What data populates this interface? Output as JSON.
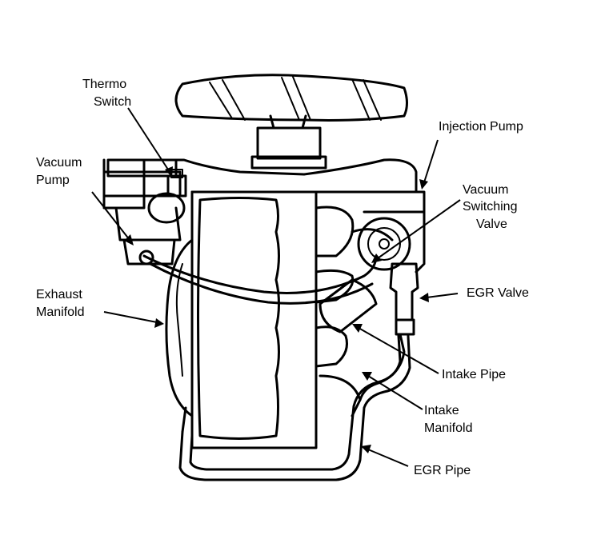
{
  "labels": {
    "thermo_switch": [
      "Thermo",
      "Switch"
    ],
    "vacuum_pump": [
      "Vacuum",
      "Pump"
    ],
    "exhaust_manifold": [
      "Exhaust",
      "Manifold"
    ],
    "injection_pump": "Injection Pump",
    "vacuum_switching_valve": [
      "Vacuum",
      "Switching",
      "Valve"
    ],
    "egr_valve": "EGR Valve",
    "intake_pipe": "Intake Pipe",
    "intake_manifold": [
      "Intake",
      "Manifold"
    ],
    "egr_pipe": "EGR Pipe"
  }
}
